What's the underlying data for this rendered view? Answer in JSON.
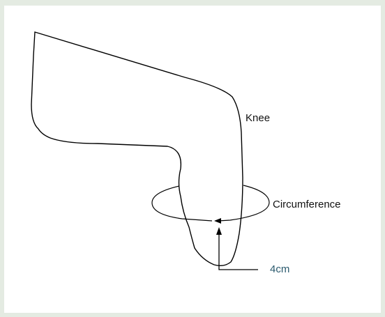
{
  "labels": {
    "knee": "Knee",
    "circumference": "Circumference",
    "measure": "4cm"
  },
  "colors": {
    "background": "#e4ebe2",
    "panel": "#ffffff",
    "stroke": "#000000",
    "measure_label": "#2b5a6e"
  }
}
